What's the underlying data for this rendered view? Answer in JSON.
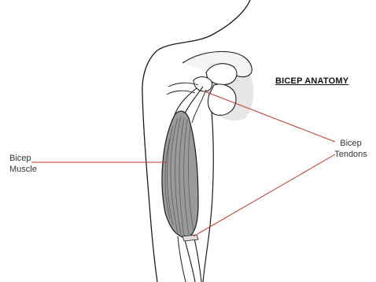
{
  "title": "BICEP ANATOMY",
  "labels": {
    "muscle_line1": "Bicep",
    "muscle_line2": "Muscle",
    "tendons_line1": "Bicep",
    "tendons_line2": "Tendons"
  },
  "colors": {
    "pointer": "#c0392b",
    "outline": "#1a1a1a",
    "muscle": "#8f8f8f",
    "bone_shade": "#e6e6e6"
  }
}
